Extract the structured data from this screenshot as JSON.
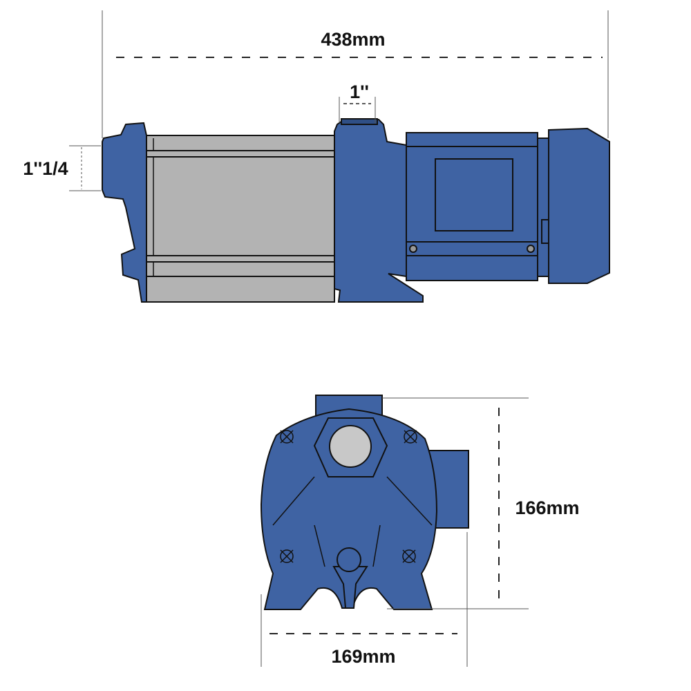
{
  "colors": {
    "pump_blue": "#3f63a3",
    "body_gray": "#b3b3b3",
    "outline": "#111111",
    "dimension_line": "#555555"
  },
  "side_view": {
    "overall_length": "438mm",
    "discharge_size": "1''",
    "suction_size": "1''1/4"
  },
  "front_view": {
    "height": "166mm",
    "width": "169mm"
  }
}
